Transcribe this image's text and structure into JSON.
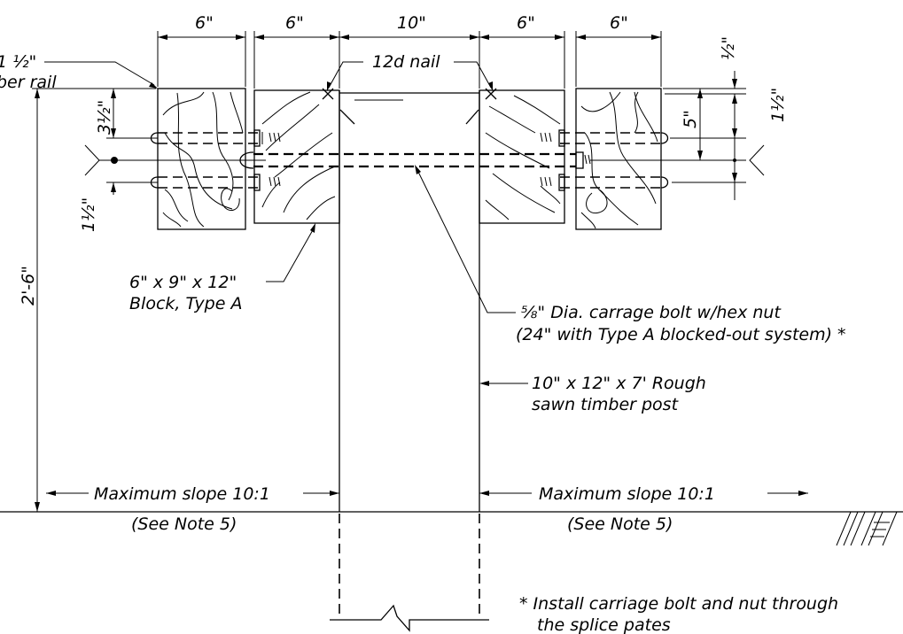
{
  "dimensions": {
    "top": [
      "6\"",
      "6\"",
      "10\"",
      "6\"",
      "6\""
    ],
    "left_rail_height_part": "3½\"",
    "left_bolt_spacing": "1½\"",
    "overall_height": "2'-6\"",
    "right_top": "½\"",
    "right_spacing": "1½\"",
    "right_block": "5\""
  },
  "labels": {
    "rail_line1": "1 ½\"",
    "rail_line2": "ber rail",
    "nail": "12d nail",
    "block_line1": "6\" x 9\" x 12\"",
    "block_line2": "Block, Type A",
    "bolt_line1": "⅝\" Dia. carrage bolt w/hex nut",
    "bolt_line2": "(24\" with Type A blocked-out system) *",
    "post_line1": "10\" x 12\" x 7' Rough",
    "post_line2": "sawn timber post",
    "slope_left": "Maximum slope 10:1",
    "slope_right": "Maximum slope 10:1",
    "note_left": "(See Note 5)",
    "note_right": "(See Note 5)",
    "footnote_line1": "* Install carriage bolt and nut through",
    "footnote_line2": "the splice pates"
  }
}
